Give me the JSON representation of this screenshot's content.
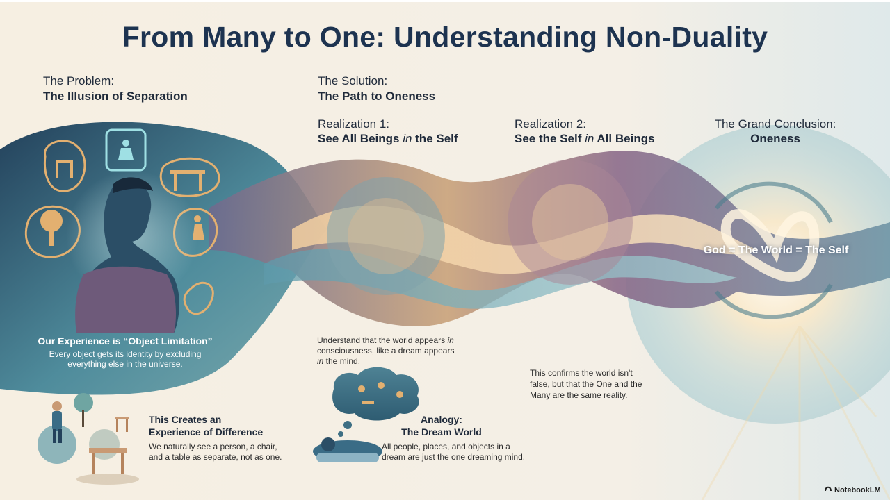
{
  "title": "From Many to One: Understanding Non-Duality",
  "problem": {
    "kicker": "The Problem:",
    "heading": "The Illusion of Separation",
    "limitation_title": "Our Experience is “Object Limitation”",
    "limitation_text_1": "Every object gets its identity by excluding",
    "limitation_text_2": "everything else in the universe.",
    "difference_title_1": "This Creates an",
    "difference_title_2": "Experience of Difference",
    "difference_text_1": "We naturally see a person, a chair,",
    "difference_text_2": "and a table as separate, not as one."
  },
  "solution": {
    "kicker": "The Solution:",
    "heading": "The Path to Oneness"
  },
  "realization1": {
    "kicker": "Realization 1:",
    "heading_pre": "See All Beings ",
    "heading_em": "in",
    "heading_post": " the Self",
    "text_1a": "Understand that the world appears ",
    "text_1b": "in",
    "text_2": "consciousness, like a dream appears",
    "text_3a": "in",
    "text_3b": " the mind."
  },
  "analogy": {
    "kicker": "Analogy:",
    "heading": "The Dream World",
    "text_1": "All people, places, and objects in a",
    "text_2": "dream are just the one dreaming mind."
  },
  "realization2": {
    "kicker": "Realization 2:",
    "heading_pre": "See the Self ",
    "heading_em": "in",
    "heading_post": " All Beings",
    "text_1": "This confirms the world isn't",
    "text_2": "false, but that the One and the",
    "text_3": "Many are the same reality."
  },
  "conclusion": {
    "kicker": "The Grand Conclusion:",
    "heading": "Oneness",
    "equation": "God = The World = The Self"
  },
  "brand": "NotebookLM",
  "colors": {
    "background": "#f7f1e6",
    "navy": "#1d3350",
    "teal": "#4a8ea0",
    "gold": "#e6b774",
    "mauve": "#8a6a86"
  }
}
